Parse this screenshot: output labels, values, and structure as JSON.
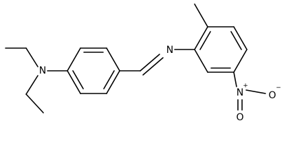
{
  "molecule": {
    "atoms": {
      "amine_nitrogen": {
        "symbol": "N"
      },
      "imine_nitrogen": {
        "symbol": "N"
      },
      "nitro_nitrogen": {
        "symbol": "N",
        "charge": "+"
      },
      "nitro_oxygen_right": {
        "symbol": "O",
        "charge": "−"
      },
      "nitro_oxygen_bottom": {
        "symbol": "O"
      }
    }
  }
}
